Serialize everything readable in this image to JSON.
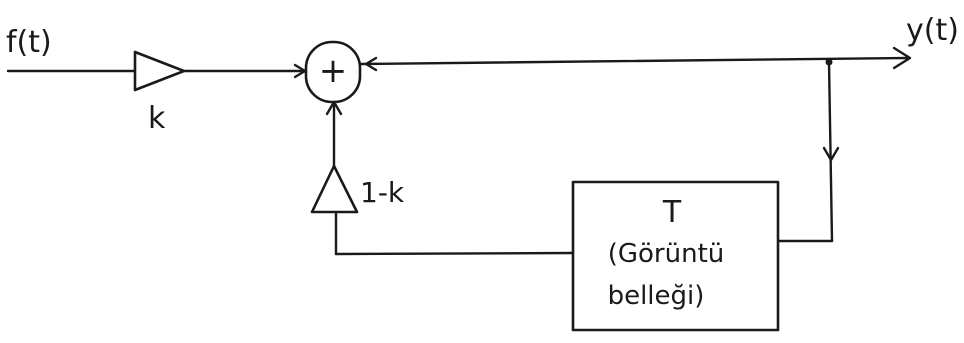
{
  "input_label": "f(t)",
  "output_label": "y(t)",
  "forward_gain_label": "k",
  "feedback_gain_label": "1-k",
  "summer_symbol": "+",
  "delay_block": {
    "title": "T",
    "line1": "(Görüntü",
    "line2": "belleği)"
  }
}
